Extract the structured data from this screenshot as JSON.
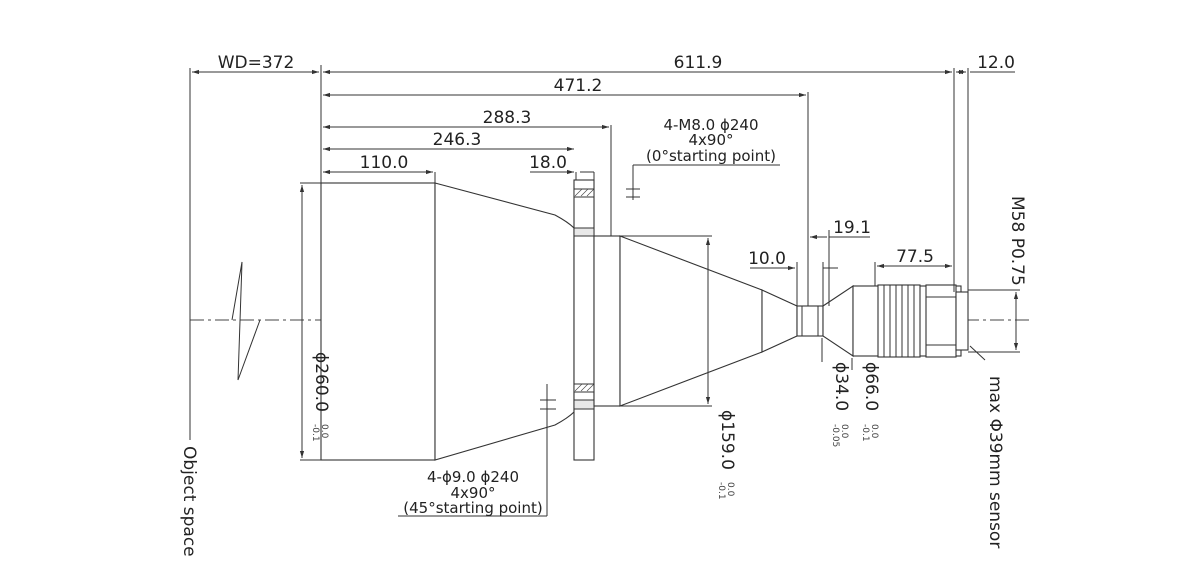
{
  "dimensions": {
    "wd": "WD=372",
    "total_length": "611.9",
    "length_471": "471.2",
    "length_288": "288.3",
    "length_246": "246.3",
    "length_110": "110.0",
    "flange_thickness": "18.0",
    "length_19": "19.1",
    "length_10": "10.0",
    "length_77": "77.5",
    "back_focus": "12.0"
  },
  "diameters": {
    "d260": "ϕ260.0",
    "d260_tol_upper": "0.0",
    "d260_tol_lower": "-0.1",
    "d159": "ϕ159.0",
    "d159_tol_upper": "0.0",
    "d159_tol_lower": "-0.1",
    "d34": "ϕ34.0",
    "d34_tol_upper": "0.0",
    "d34_tol_lower": "-0.05",
    "d66": "ϕ66.0",
    "d66_tol_upper": "0.0",
    "d66_tol_lower": "-0.1"
  },
  "notes": {
    "top_holes_1": "4-M8.0 ϕ240",
    "top_holes_2": "4x90°",
    "top_holes_3": "(0°starting point)",
    "bottom_holes_1": "4-ϕ9.0  ϕ240",
    "bottom_holes_2": "4x90°",
    "bottom_holes_3": "(45°starting point)",
    "thread": "M58 P0.75",
    "sensor": "max Φ39mm sensor",
    "object_space": "Object space"
  }
}
